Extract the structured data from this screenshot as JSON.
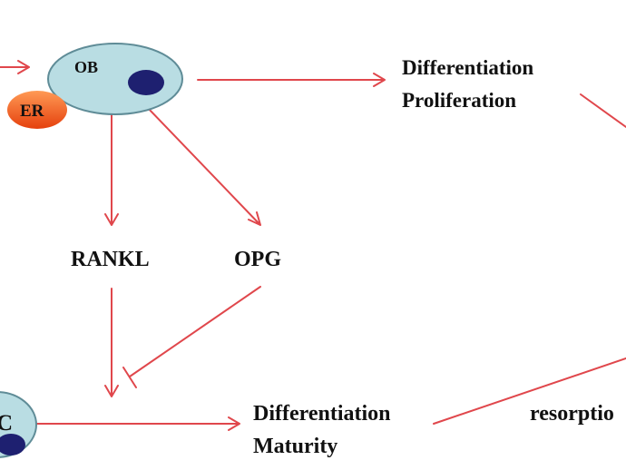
{
  "colors": {
    "arrow": "#e0474c",
    "cell_fill": "#b9dde3",
    "cell_stroke": "#5f8c97",
    "nucleus": "#1e2070",
    "er_fill": "#ec5a18",
    "text": "#111111"
  },
  "nodes": {
    "ob_label": "OB",
    "er_label": "ER",
    "oc_label": "C",
    "rankl": "RANKL",
    "opg": "OPG",
    "top_differentiation": "Differentiation",
    "top_proliferation": "Proliferation",
    "bottom_differentiation": "Differentiation",
    "bottom_maturity": "Maturity",
    "resorption": "resorptio"
  }
}
